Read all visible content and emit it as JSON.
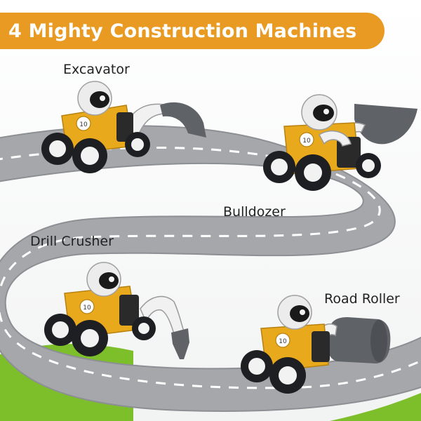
{
  "banner": {
    "title": "4 Mighty Construction Machines"
  },
  "colors": {
    "banner": "#E99A22",
    "road": "#A2A4A8",
    "road_edge": "#8C8F93",
    "road_dash": "#FFFFFF",
    "body_yellow": "#E9A91C",
    "tire": "#1E1F22",
    "hub": "#F2F2F2",
    "attachment_gray": "#5F6368",
    "grass": "#7DBE2B"
  },
  "machines": [
    {
      "label": "Excavator",
      "number": "10",
      "attachment": "bucket-arm"
    },
    {
      "label": "Bulldozer",
      "number": "10",
      "attachment": "front-bucket"
    },
    {
      "label": "Drill Crusher",
      "number": "10",
      "attachment": "drill"
    },
    {
      "label": "Road Roller",
      "number": "10",
      "attachment": "roller-drum"
    }
  ]
}
